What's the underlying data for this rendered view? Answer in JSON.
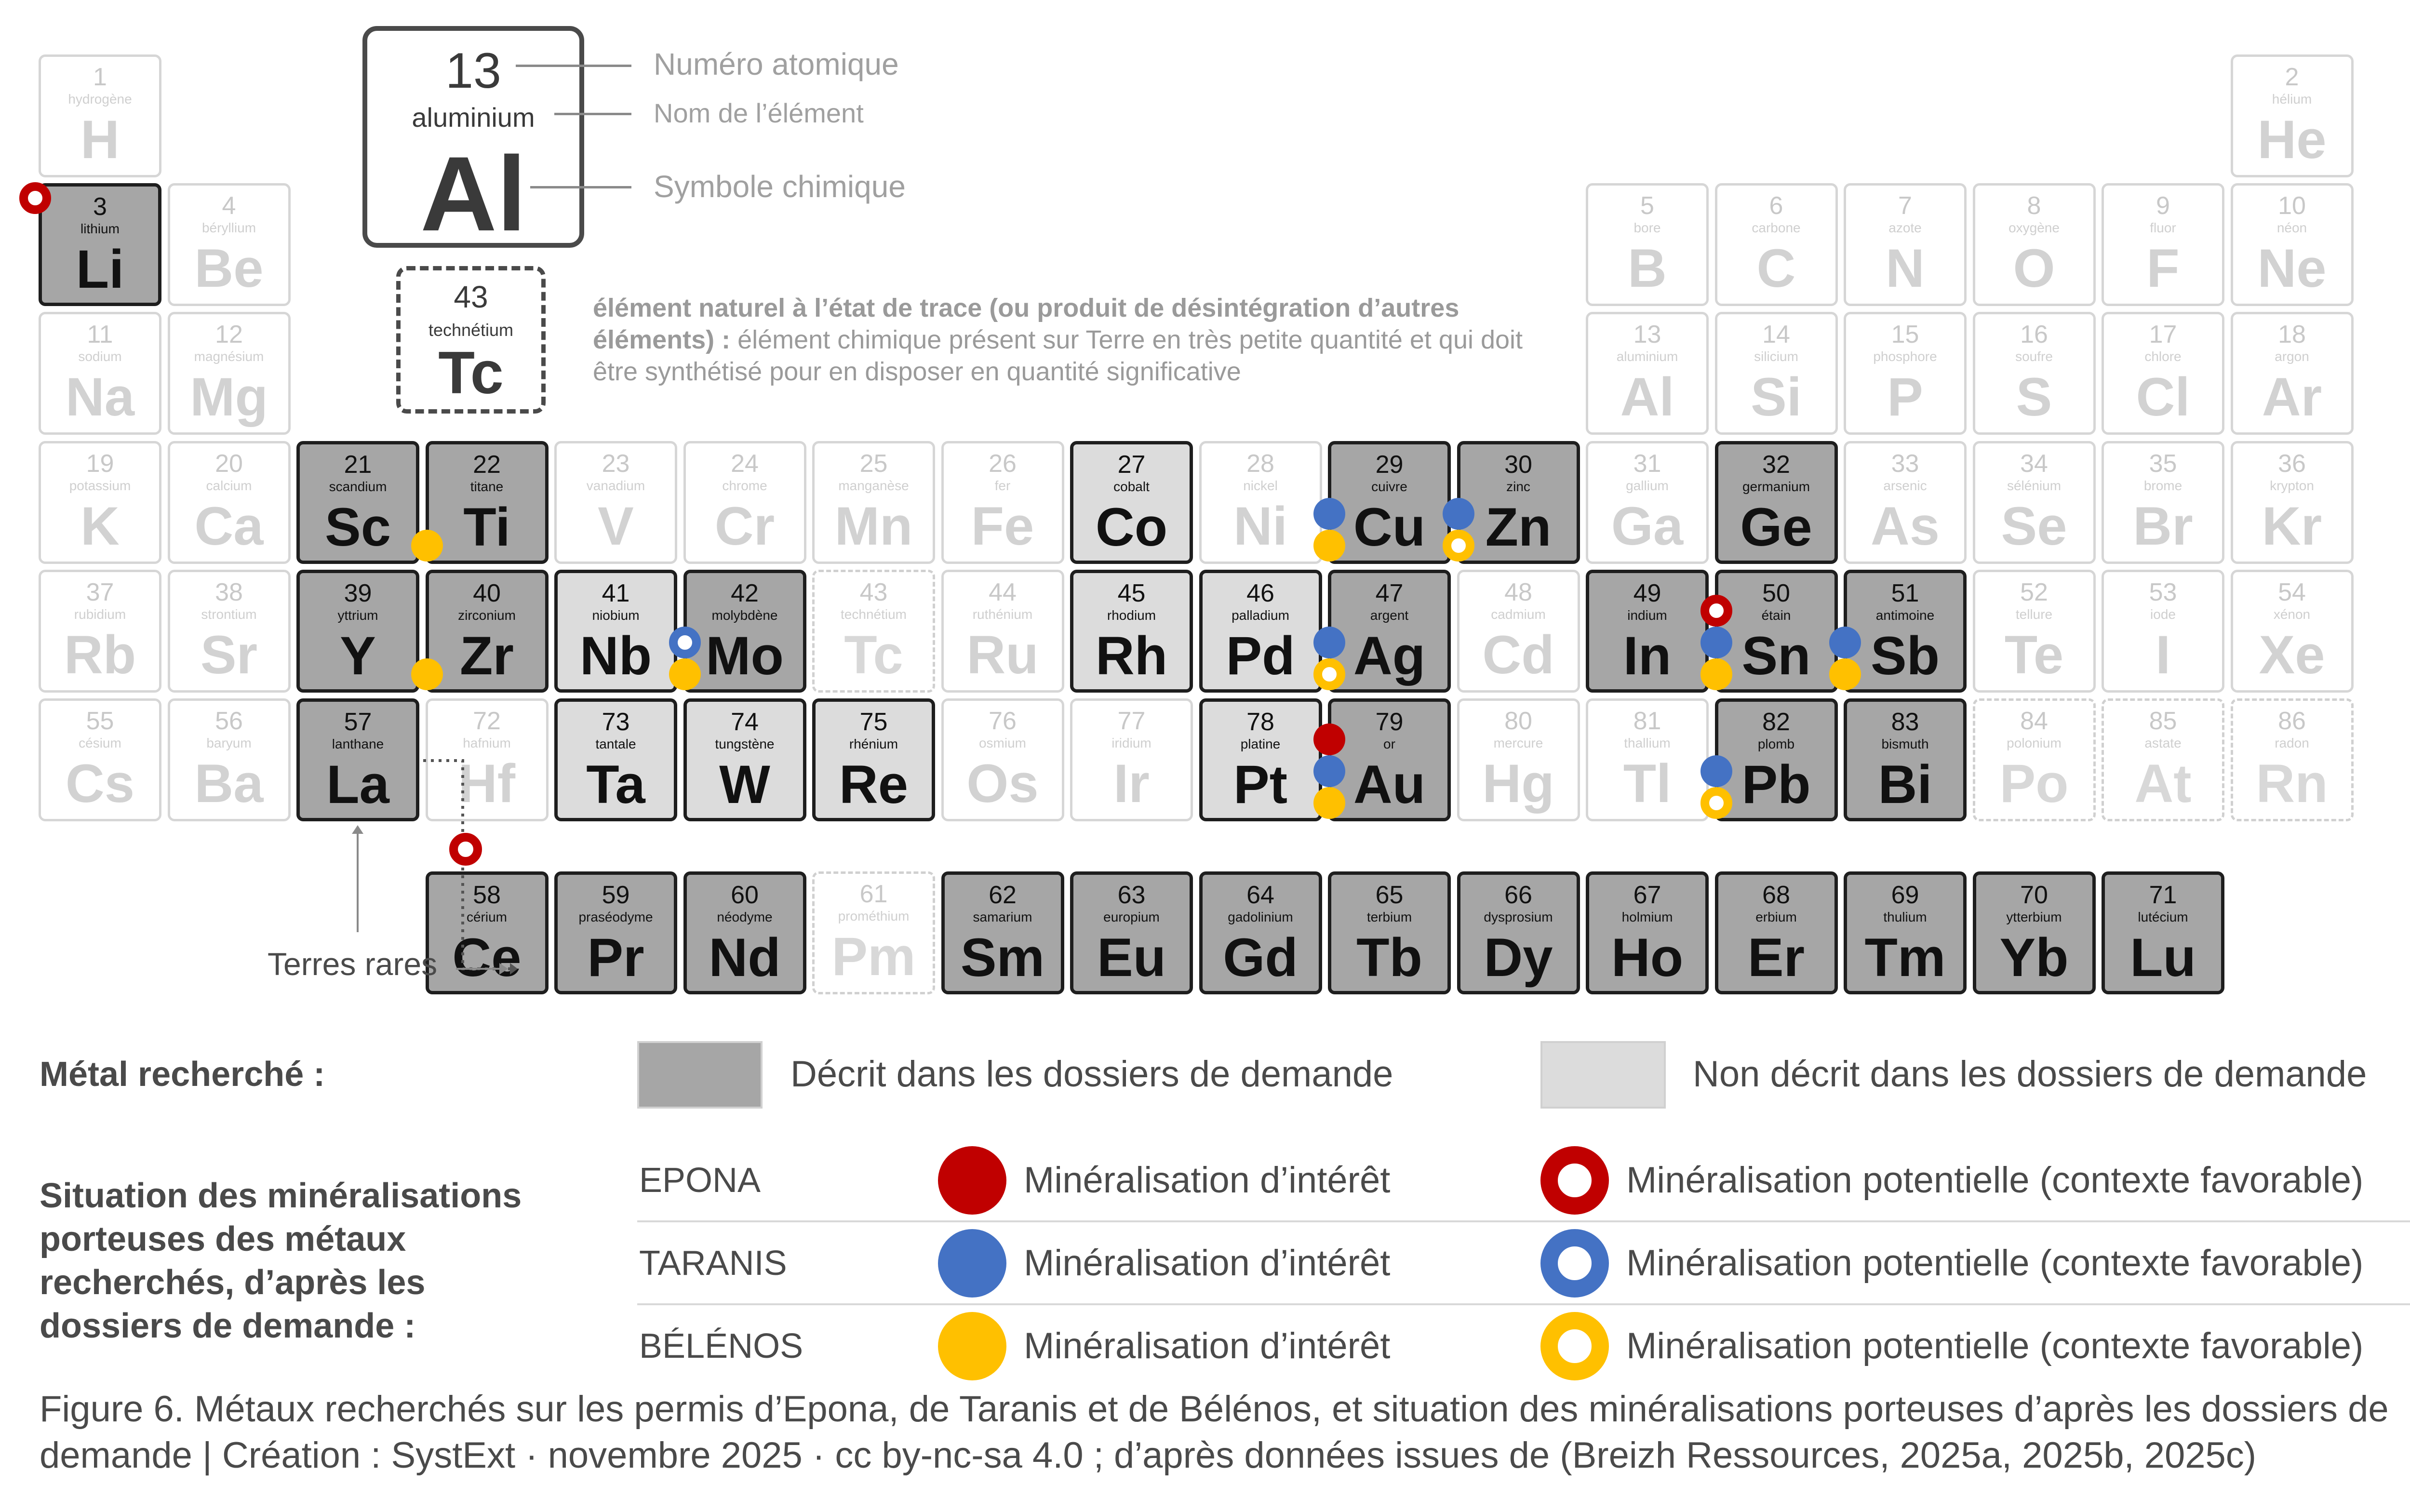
{
  "key": {
    "number": "13",
    "name": "aluminium",
    "symbol": "Al",
    "labels": {
      "number": "Numéro atomique",
      "name": "Nom de l’élément",
      "symbol": "Symbole chimique"
    }
  },
  "trace_example": {
    "number": "43",
    "name": "technétium",
    "symbol": "Tc",
    "note_bold": "élément naturel à l’état de trace (ou produit de désintégration d’autres éléments) :",
    "note_text": " élément chimique présent sur Terre en très petite quantité et qui doit être synthétisé pour en disposer en quantité significative"
  },
  "rare_earths_label": "Terres rares",
  "colors": {
    "epona": "#c00000",
    "taranis": "#4472c4",
    "belenos": "#ffc000",
    "described": "#a6a6a6",
    "not_described": "#dcdcdc"
  },
  "elements": [
    {
      "n": "1",
      "name": "hydrogène",
      "sym": "H",
      "type": "none",
      "dots": []
    },
    {
      "n": "2",
      "name": "hélium",
      "sym": "He",
      "type": "none",
      "dots": []
    },
    {
      "n": "3",
      "name": "lithium",
      "sym": "Li",
      "type": "dark",
      "dots": [
        {
          "permit": "epona",
          "kind": "potential",
          "pos": "corner"
        }
      ]
    },
    {
      "n": "4",
      "name": "béryllium",
      "sym": "Be",
      "type": "none",
      "dots": []
    },
    {
      "n": "5",
      "name": "bore",
      "sym": "B",
      "type": "none",
      "dots": []
    },
    {
      "n": "6",
      "name": "carbone",
      "sym": "C",
      "type": "none",
      "dots": []
    },
    {
      "n": "7",
      "name": "azote",
      "sym": "N",
      "type": "none",
      "dots": []
    },
    {
      "n": "8",
      "name": "oxygène",
      "sym": "O",
      "type": "none",
      "dots": []
    },
    {
      "n": "9",
      "name": "fluor",
      "sym": "F",
      "type": "none",
      "dots": []
    },
    {
      "n": "10",
      "name": "néon",
      "sym": "Ne",
      "type": "none",
      "dots": []
    },
    {
      "n": "11",
      "name": "sodium",
      "sym": "Na",
      "type": "none",
      "dots": []
    },
    {
      "n": "12",
      "name": "magnésium",
      "sym": "Mg",
      "type": "none",
      "dots": []
    },
    {
      "n": "13",
      "name": "aluminium",
      "sym": "Al",
      "type": "none",
      "dots": []
    },
    {
      "n": "14",
      "name": "silicium",
      "sym": "Si",
      "type": "none",
      "dots": []
    },
    {
      "n": "15",
      "name": "phosphore",
      "sym": "P",
      "type": "none",
      "dots": []
    },
    {
      "n": "16",
      "name": "soufre",
      "sym": "S",
      "type": "none",
      "dots": []
    },
    {
      "n": "17",
      "name": "chlore",
      "sym": "Cl",
      "type": "none",
      "dots": []
    },
    {
      "n": "18",
      "name": "argon",
      "sym": "Ar",
      "type": "none",
      "dots": []
    },
    {
      "n": "19",
      "name": "potassium",
      "sym": "K",
      "type": "none",
      "dots": []
    },
    {
      "n": "20",
      "name": "calcium",
      "sym": "Ca",
      "type": "none",
      "dots": []
    },
    {
      "n": "21",
      "name": "scandium",
      "sym": "Sc",
      "type": "dark",
      "dots": []
    },
    {
      "n": "22",
      "name": "titane",
      "sym": "Ti",
      "type": "dark",
      "dots": [
        {
          "permit": "belenos",
          "kind": "interest",
          "pos": "bottom"
        }
      ]
    },
    {
      "n": "23",
      "name": "vanadium",
      "sym": "V",
      "type": "none",
      "dots": []
    },
    {
      "n": "24",
      "name": "chrome",
      "sym": "Cr",
      "type": "none",
      "dots": []
    },
    {
      "n": "25",
      "name": "manganèse",
      "sym": "Mn",
      "type": "none",
      "dots": []
    },
    {
      "n": "26",
      "name": "fer",
      "sym": "Fe",
      "type": "none",
      "dots": []
    },
    {
      "n": "27",
      "name": "cobalt",
      "sym": "Co",
      "type": "light",
      "dots": []
    },
    {
      "n": "28",
      "name": "nickel",
      "sym": "Ni",
      "type": "none",
      "dots": []
    },
    {
      "n": "29",
      "name": "cuivre",
      "sym": "Cu",
      "type": "dark",
      "dots": [
        {
          "permit": "taranis",
          "kind": "interest",
          "pos": "middle"
        },
        {
          "permit": "belenos",
          "kind": "interest",
          "pos": "bottom"
        }
      ]
    },
    {
      "n": "30",
      "name": "zinc",
      "sym": "Zn",
      "type": "dark",
      "dots": [
        {
          "permit": "taranis",
          "kind": "interest",
          "pos": "middle"
        },
        {
          "permit": "belenos",
          "kind": "potential",
          "pos": "bottom"
        }
      ]
    },
    {
      "n": "31",
      "name": "gallium",
      "sym": "Ga",
      "type": "none",
      "dots": []
    },
    {
      "n": "32",
      "name": "germanium",
      "sym": "Ge",
      "type": "dark",
      "dots": []
    },
    {
      "n": "33",
      "name": "arsenic",
      "sym": "As",
      "type": "none",
      "dots": []
    },
    {
      "n": "34",
      "name": "sélénium",
      "sym": "Se",
      "type": "none",
      "dots": []
    },
    {
      "n": "35",
      "name": "brome",
      "sym": "Br",
      "type": "none",
      "dots": []
    },
    {
      "n": "36",
      "name": "krypton",
      "sym": "Kr",
      "type": "none",
      "dots": []
    },
    {
      "n": "37",
      "name": "rubidium",
      "sym": "Rb",
      "type": "none",
      "dots": []
    },
    {
      "n": "38",
      "name": "strontium",
      "sym": "Sr",
      "type": "none",
      "dots": []
    },
    {
      "n": "39",
      "name": "yttrium",
      "sym": "Y",
      "type": "dark",
      "dots": []
    },
    {
      "n": "40",
      "name": "zirconium",
      "sym": "Zr",
      "type": "dark",
      "dots": [
        {
          "permit": "belenos",
          "kind": "interest",
          "pos": "bottom"
        }
      ]
    },
    {
      "n": "41",
      "name": "niobium",
      "sym": "Nb",
      "type": "light",
      "dots": []
    },
    {
      "n": "42",
      "name": "molybdène",
      "sym": "Mo",
      "type": "dark",
      "dots": [
        {
          "permit": "taranis",
          "kind": "potential",
          "pos": "middle"
        },
        {
          "permit": "belenos",
          "kind": "interest",
          "pos": "bottom"
        }
      ]
    },
    {
      "n": "43",
      "name": "technétium",
      "sym": "Tc",
      "type": "trace",
      "dots": []
    },
    {
      "n": "44",
      "name": "ruthénium",
      "sym": "Ru",
      "type": "none",
      "dots": []
    },
    {
      "n": "45",
      "name": "rhodium",
      "sym": "Rh",
      "type": "light",
      "dots": []
    },
    {
      "n": "46",
      "name": "palladium",
      "sym": "Pd",
      "type": "light",
      "dots": []
    },
    {
      "n": "47",
      "name": "argent",
      "sym": "Ag",
      "type": "dark",
      "dots": [
        {
          "permit": "taranis",
          "kind": "interest",
          "pos": "middle"
        },
        {
          "permit": "belenos",
          "kind": "potential",
          "pos": "bottom"
        }
      ]
    },
    {
      "n": "48",
      "name": "cadmium",
      "sym": "Cd",
      "type": "none",
      "dots": []
    },
    {
      "n": "49",
      "name": "indium",
      "sym": "In",
      "type": "dark",
      "dots": []
    },
    {
      "n": "50",
      "name": "étain",
      "sym": "Sn",
      "type": "dark",
      "dots": [
        {
          "permit": "epona",
          "kind": "potential",
          "pos": "top"
        },
        {
          "permit": "taranis",
          "kind": "interest",
          "pos": "middle"
        },
        {
          "permit": "belenos",
          "kind": "interest",
          "pos": "bottom"
        }
      ]
    },
    {
      "n": "51",
      "name": "antimoine",
      "sym": "Sb",
      "type": "dark",
      "dots": [
        {
          "permit": "taranis",
          "kind": "interest",
          "pos": "middle"
        },
        {
          "permit": "belenos",
          "kind": "interest",
          "pos": "bottom"
        }
      ]
    },
    {
      "n": "52",
      "name": "tellure",
      "sym": "Te",
      "type": "none",
      "dots": []
    },
    {
      "n": "53",
      "name": "iode",
      "sym": "I",
      "type": "none",
      "dots": []
    },
    {
      "n": "54",
      "name": "xénon",
      "sym": "Xe",
      "type": "none",
      "dots": []
    },
    {
      "n": "55",
      "name": "césium",
      "sym": "Cs",
      "type": "none",
      "dots": []
    },
    {
      "n": "56",
      "name": "baryum",
      "sym": "Ba",
      "type": "none",
      "dots": []
    },
    {
      "n": "57",
      "name": "lanthane",
      "sym": "La",
      "type": "dark",
      "dots": []
    },
    {
      "n": "72",
      "name": "hafnium",
      "sym": "Hf",
      "type": "none",
      "dots": []
    },
    {
      "n": "73",
      "name": "tantale",
      "sym": "Ta",
      "type": "light",
      "dots": []
    },
    {
      "n": "74",
      "name": "tungstène",
      "sym": "W",
      "type": "light",
      "dots": []
    },
    {
      "n": "75",
      "name": "rhénium",
      "sym": "Re",
      "type": "light",
      "dots": []
    },
    {
      "n": "76",
      "name": "osmium",
      "sym": "Os",
      "type": "none",
      "dots": []
    },
    {
      "n": "77",
      "name": "iridium",
      "sym": "Ir",
      "type": "none",
      "dots": []
    },
    {
      "n": "78",
      "name": "platine",
      "sym": "Pt",
      "type": "light",
      "dots": []
    },
    {
      "n": "79",
      "name": "or",
      "sym": "Au",
      "type": "dark",
      "dots": [
        {
          "permit": "epona",
          "kind": "interest",
          "pos": "top"
        },
        {
          "permit": "taranis",
          "kind": "interest",
          "pos": "middle"
        },
        {
          "permit": "belenos",
          "kind": "interest",
          "pos": "bottom"
        }
      ]
    },
    {
      "n": "80",
      "name": "mercure",
      "sym": "Hg",
      "type": "none",
      "dots": []
    },
    {
      "n": "81",
      "name": "thallium",
      "sym": "Tl",
      "type": "none",
      "dots": []
    },
    {
      "n": "82",
      "name": "plomb",
      "sym": "Pb",
      "type": "dark",
      "dots": [
        {
          "permit": "taranis",
          "kind": "interest",
          "pos": "middle"
        },
        {
          "permit": "belenos",
          "kind": "potential",
          "pos": "bottom"
        }
      ]
    },
    {
      "n": "83",
      "name": "bismuth",
      "sym": "Bi",
      "type": "dark",
      "dots": []
    },
    {
      "n": "84",
      "name": "polonium",
      "sym": "Po",
      "type": "trace",
      "dots": []
    },
    {
      "n": "85",
      "name": "astate",
      "sym": "At",
      "type": "trace",
      "dots": []
    },
    {
      "n": "86",
      "name": "radon",
      "sym": "Rn",
      "type": "trace",
      "dots": []
    },
    {
      "n": "58",
      "name": "cérium",
      "sym": "Ce",
      "type": "dark",
      "dots": []
    },
    {
      "n": "59",
      "name": "praséodyme",
      "sym": "Pr",
      "type": "dark",
      "dots": []
    },
    {
      "n": "60",
      "name": "néodyme",
      "sym": "Nd",
      "type": "dark",
      "dots": []
    },
    {
      "n": "61",
      "name": "prométhium",
      "sym": "Pm",
      "type": "trace",
      "dots": []
    },
    {
      "n": "62",
      "name": "samarium",
      "sym": "Sm",
      "type": "dark",
      "dots": []
    },
    {
      "n": "63",
      "name": "europium",
      "sym": "Eu",
      "type": "dark",
      "dots": []
    },
    {
      "n": "64",
      "name": "gadolinium",
      "sym": "Gd",
      "type": "dark",
      "dots": []
    },
    {
      "n": "65",
      "name": "terbium",
      "sym": "Tb",
      "type": "dark",
      "dots": []
    },
    {
      "n": "66",
      "name": "dysprosium",
      "sym": "Dy",
      "type": "dark",
      "dots": []
    },
    {
      "n": "67",
      "name": "holmium",
      "sym": "Ho",
      "type": "dark",
      "dots": []
    },
    {
      "n": "68",
      "name": "erbium",
      "sym": "Er",
      "type": "dark",
      "dots": []
    },
    {
      "n": "69",
      "name": "thulium",
      "sym": "Tm",
      "type": "dark",
      "dots": []
    },
    {
      "n": "70",
      "name": "ytterbium",
      "sym": "Yb",
      "type": "dark",
      "dots": []
    },
    {
      "n": "71",
      "name": "lutécium",
      "sym": "Lu",
      "type": "dark",
      "dots": []
    }
  ],
  "legend": {
    "metal_title": "Métal recherché :",
    "described": "Décrit dans les dossiers de demande",
    "not_described": "Non décrit dans les dossiers de demande",
    "situation_title": "Situation des minéralisations porteuses des métaux recherchés, d’après les dossiers de demande :",
    "permits": [
      {
        "key": "epona",
        "name": "EPONA"
      },
      {
        "key": "taranis",
        "name": "TARANIS"
      },
      {
        "key": "belenos",
        "name": "BÉLÉNOS"
      }
    ],
    "interest_label": "Minéralisation d’intérêt",
    "potential_label": "Minéralisation potentielle (contexte favorable)"
  },
  "caption": "Figure 6. Métaux recherchés sur les permis d’Epona, de Taranis et de Bélénos, et situation des minéralisations porteuses d’après les dossiers de demande | Création : SystExt · novembre 2025 · cc by-nc-sa 4.0 ; d’après données issues de (Breizh Ressources, 2025a, 2025b, 2025c)"
}
